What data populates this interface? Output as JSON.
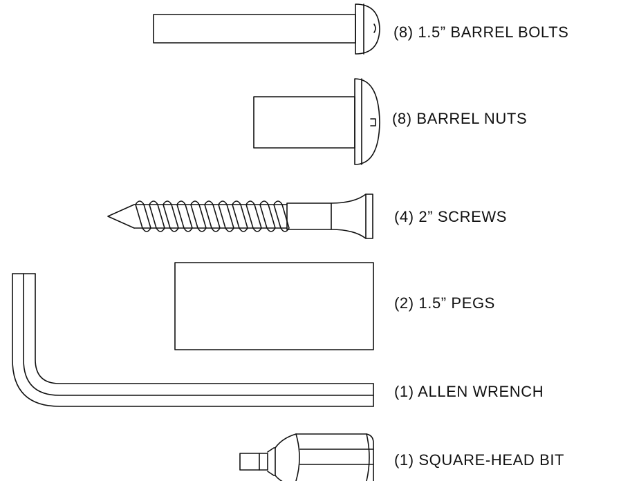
{
  "parts": [
    {
      "id": "barrel-bolts",
      "label": "(8) 1.5” BARREL BOLTS"
    },
    {
      "id": "barrel-nuts",
      "label": "(8) BARREL NUTS"
    },
    {
      "id": "screws",
      "label": "(4) 2” SCREWS"
    },
    {
      "id": "pegs",
      "label": "(2) 1.5” PEGS"
    },
    {
      "id": "allen-wrench",
      "label": "(1) ALLEN WRENCH"
    },
    {
      "id": "square-head-bit",
      "label": "(1) SQUARE-HEAD BIT"
    }
  ]
}
